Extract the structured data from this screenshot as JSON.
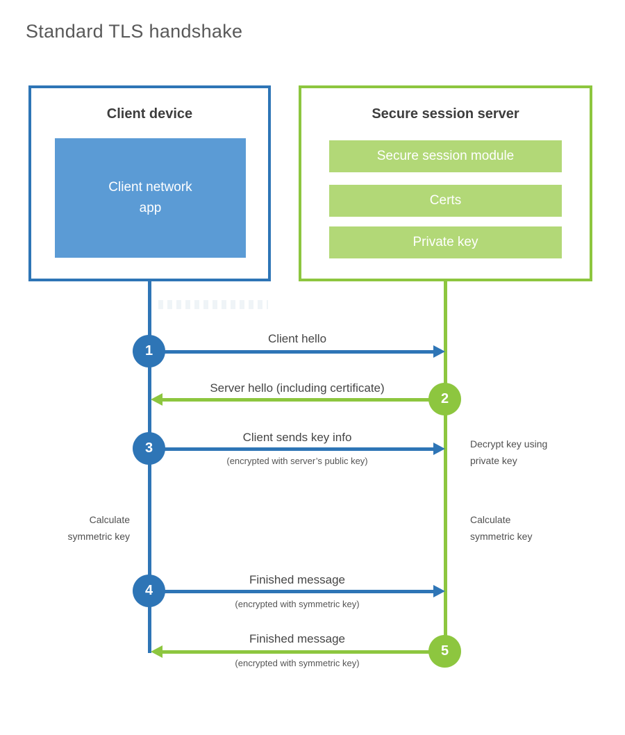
{
  "title": "Standard TLS handshake",
  "colors": {
    "blue": "#2e75b6",
    "blue_fill": "#5b9bd5",
    "green": "#8dc63f",
    "green_fill": "#b2d877"
  },
  "client_box": {
    "title": "Client device",
    "app_label": "Client network\napp"
  },
  "server_box": {
    "title": "Secure session server",
    "modules": [
      "Secure session module",
      "Certs",
      "Private key"
    ]
  },
  "sequence": {
    "steps": [
      {
        "num": "1",
        "from": "client",
        "to": "server",
        "label": "Client hello",
        "sublabel": ""
      },
      {
        "num": "2",
        "from": "server",
        "to": "client",
        "label": "Server hello (including certificate)",
        "sublabel": ""
      },
      {
        "num": "3",
        "from": "client",
        "to": "server",
        "label": "Client sends key info",
        "sublabel": "(encrypted with server’s public key)"
      },
      {
        "num": "4",
        "from": "client",
        "to": "server",
        "label": "Finished message",
        "sublabel": "(encrypted with symmetric key)"
      },
      {
        "num": "5",
        "from": "server",
        "to": "client",
        "label": "Finished message",
        "sublabel": "(encrypted with symmetric key)"
      }
    ]
  },
  "side_notes": {
    "decrypt": "Decrypt key using\nprivate key",
    "calc_left": "Calculate\nsymmetric key",
    "calc_right": "Calculate\nsymmetric key"
  }
}
